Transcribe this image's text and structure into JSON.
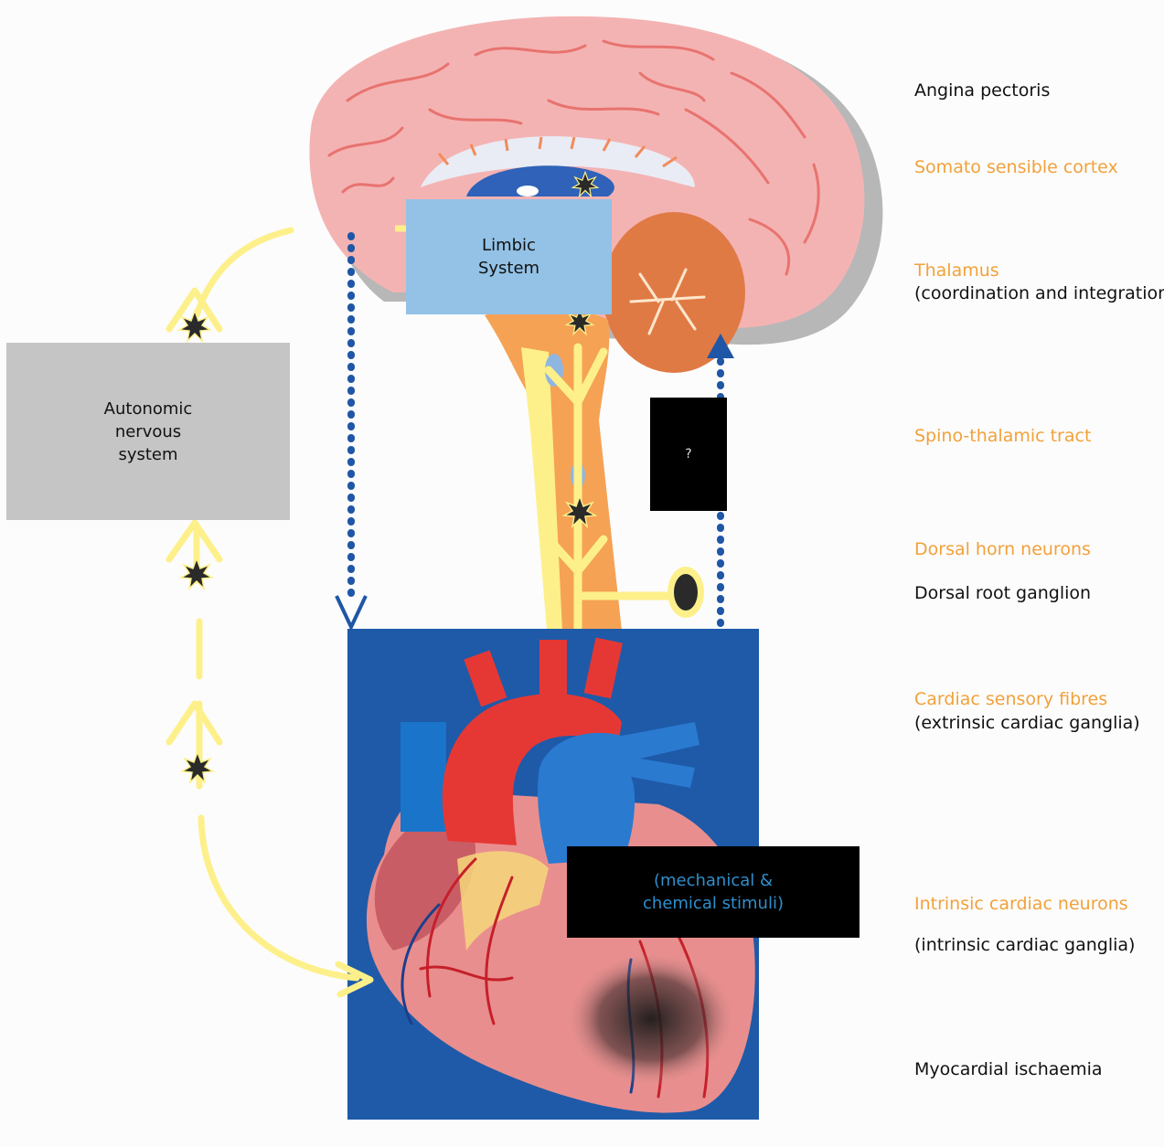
{
  "labels": {
    "angina": "Angina pectoris",
    "cortex": "Somato sensible cortex",
    "thalamus": "Thalamus",
    "thalamus_note": "(coordination and integration)",
    "tract": "Spino-thalamic tract",
    "dorsal_horn": "Dorsal horn neurons",
    "dorsal_root": "Dorsal root ganglion",
    "cardiac_fibres": "Cardiac sensory fibres",
    "cardiac_fibres_note": "(extrinsic cardiac ganglia)",
    "intrinsic_neurons": "Intrinsic cardiac neurons",
    "intrinsic_note": "(intrinsic cardiac ganglia)",
    "ischaemia": "Myocardial ischaemia"
  },
  "boxes": {
    "limbic": "Limbic\nSystem",
    "autonomic": "Autonomic\nnervous\nsystem",
    "unknown": "?",
    "stimuli": "(mechanical &\nchemical stimuli)"
  },
  "colors": {
    "orange_label": "#f2a13a",
    "nerve_yellow": "#fdf08a",
    "arrow_blue": "#1f56a6",
    "heart_bg": "#1e5aa8",
    "brain_pink": "#f4b3b3"
  },
  "icons": [
    "pain-burst-icon",
    "arrow-head-icon"
  ]
}
